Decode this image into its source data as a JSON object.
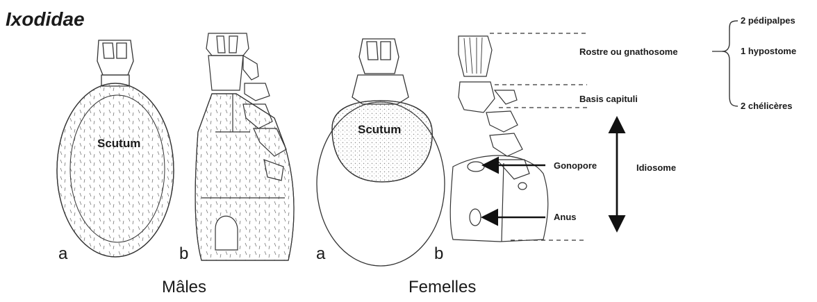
{
  "title": "Ixodidae",
  "labels": {
    "scutum_male": "Scutum",
    "scutum_female": "Scutum",
    "rostre": "Rostre ou gnathosome",
    "basis": "Basis capituli",
    "gonopore": "Gonopore",
    "anus": "Anus",
    "idiosome": "Idiosome"
  },
  "mouthparts": [
    "2 pédipalpes",
    "1 hypostome",
    "2 chélicères"
  ],
  "panel_letters": {
    "male_a": "a",
    "male_b": "b",
    "female_a": "a",
    "female_b": "b"
  },
  "groups": {
    "male": "Mâles",
    "female": "Femelles"
  }
}
